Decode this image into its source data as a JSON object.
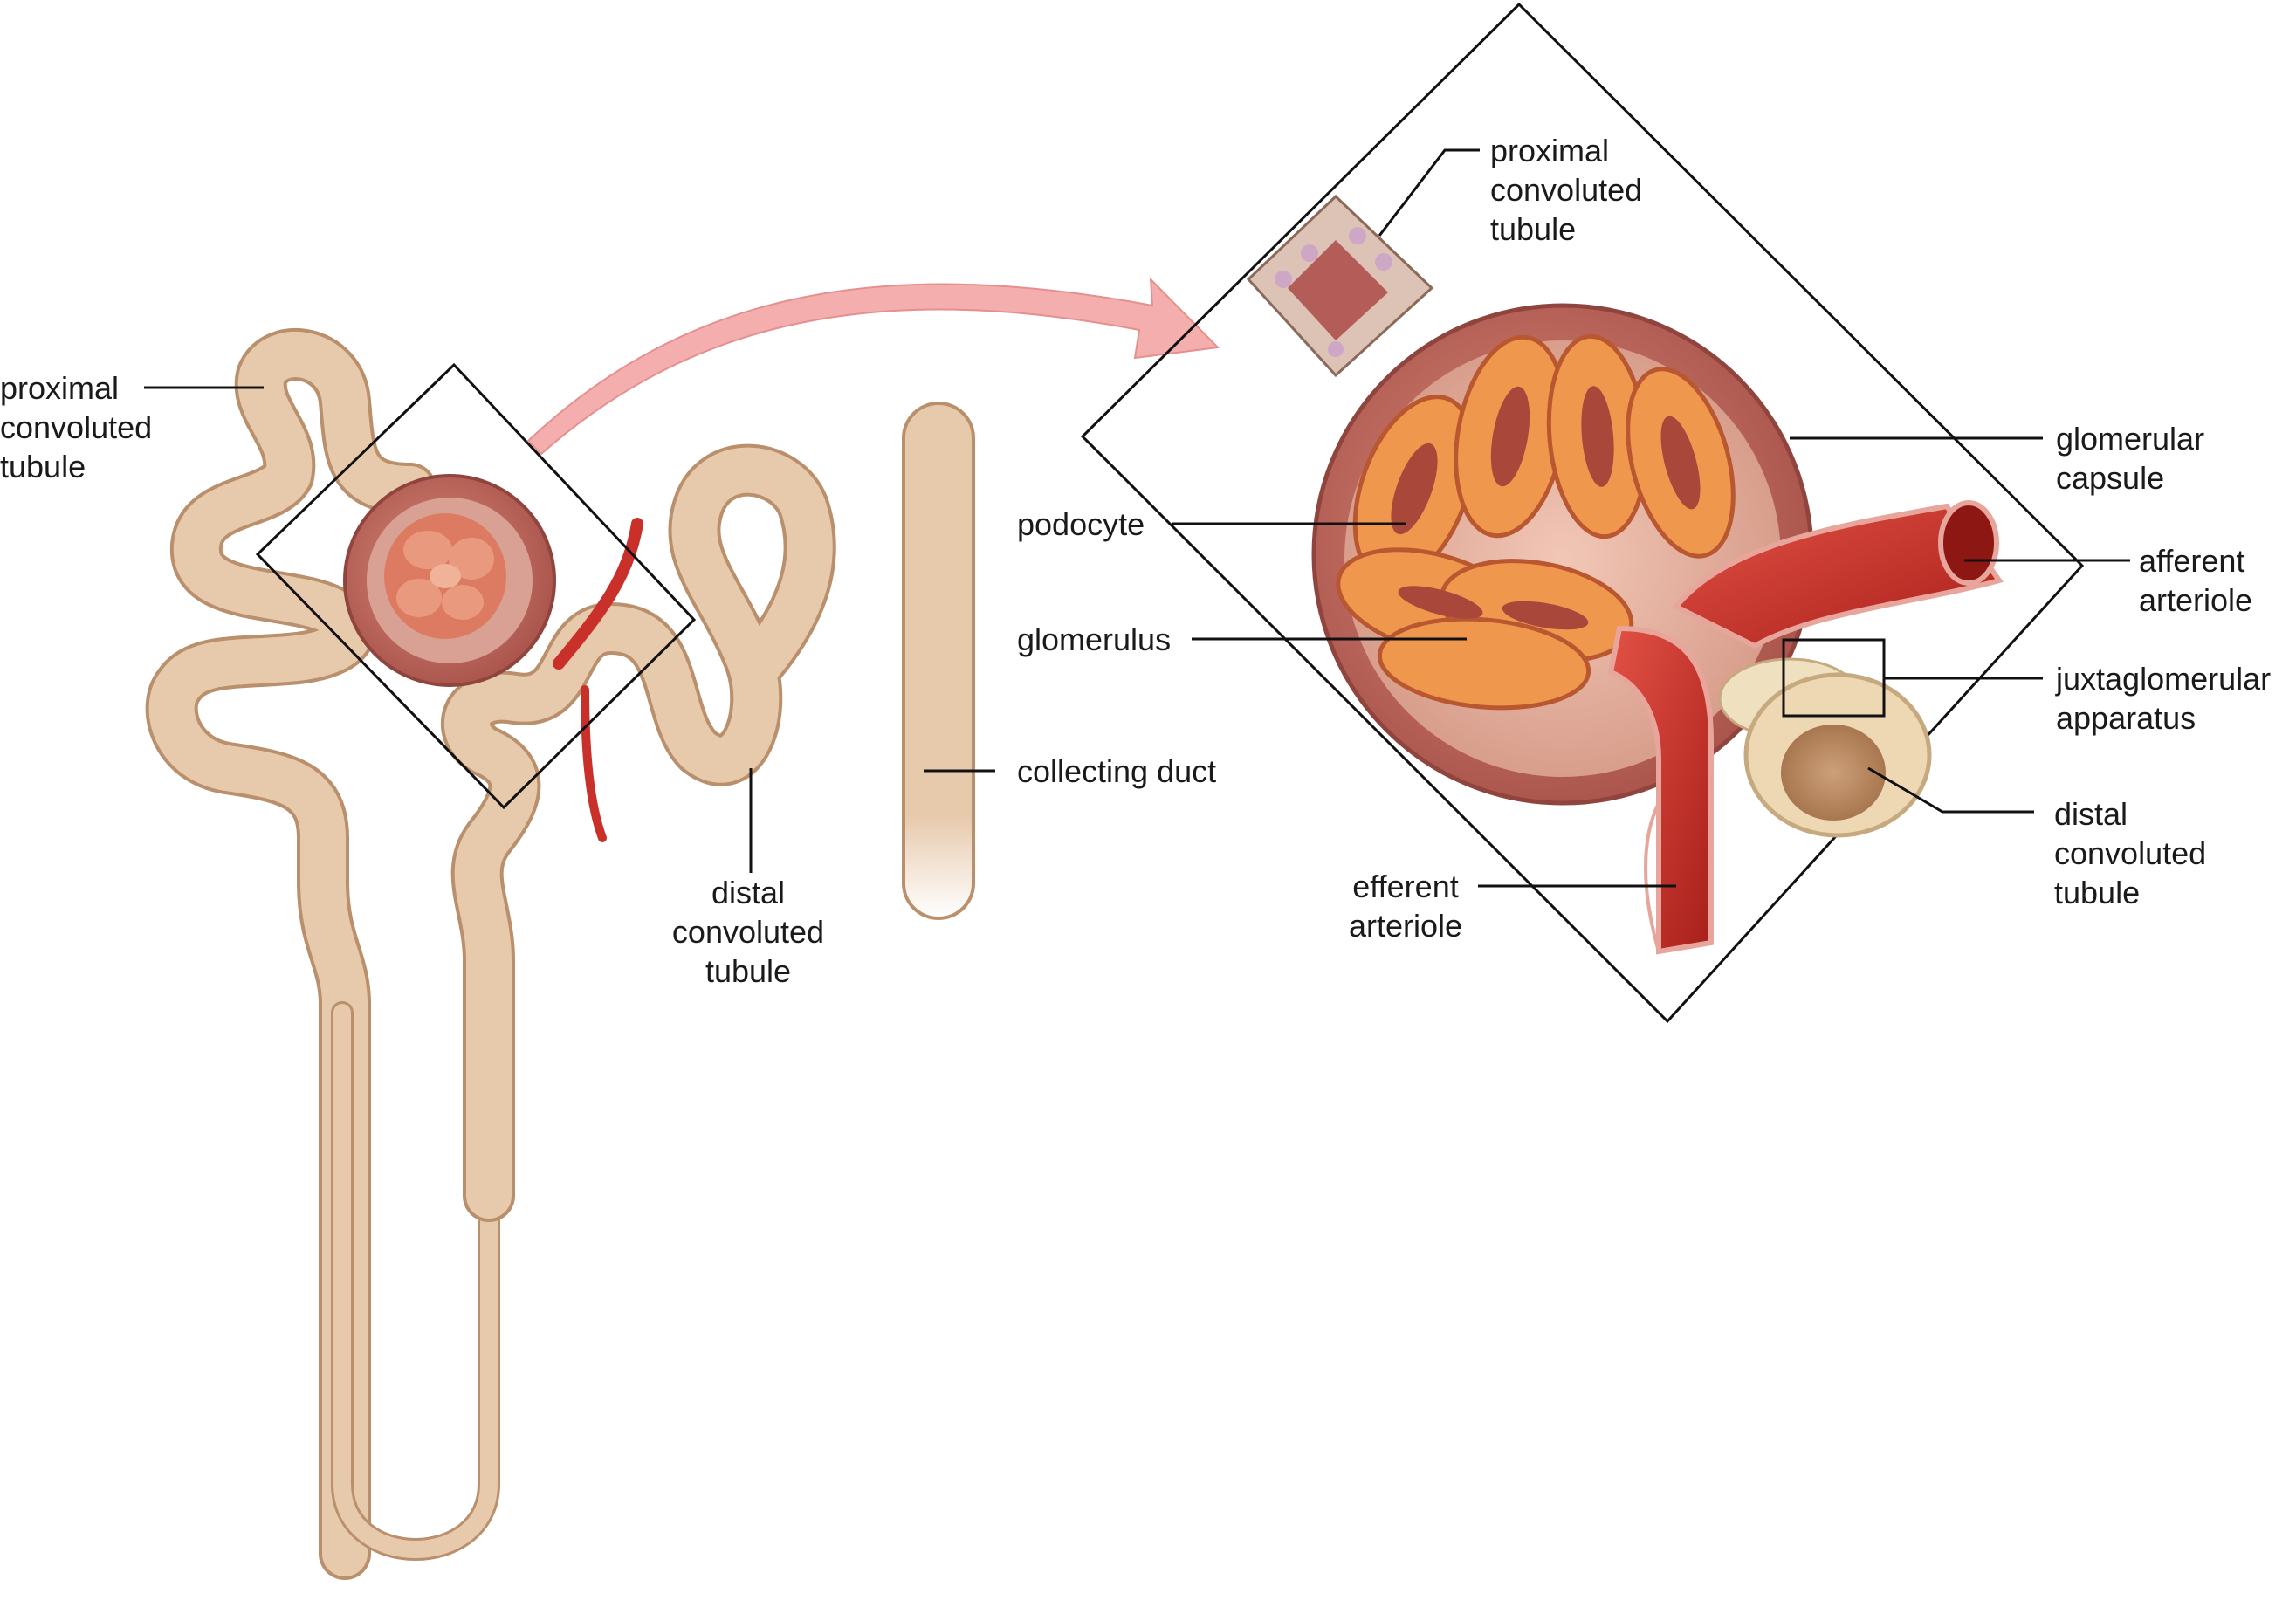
{
  "labels": {
    "nephron_pct": "proximal\nconvoluted\ntubule",
    "nephron_dct": "distal\nconvoluted\ntubule",
    "collecting_duct": "collecting duct",
    "inset_pct": "proximal\nconvoluted\ntubule",
    "podocyte": "podocyte",
    "glomerulus": "glomerulus",
    "glomerular_capsule": "glomerular\ncapsule",
    "afferent_arteriole": "afferent\narteriole",
    "juxtaglomerular_apparatus": "juxtaglomerular\napparatus",
    "inset_dct": "distal\nconvoluted\ntubule",
    "efferent_arteriole": "efferent\narteriole"
  },
  "colors": {
    "tubule": "#e7c9ac",
    "tubule_edge": "#b98f6c",
    "capsule": "#a8524a",
    "glomerulus": "#e98a54",
    "artery": "#c9302a",
    "arrow": "#f4aeae",
    "line": "#111111"
  }
}
